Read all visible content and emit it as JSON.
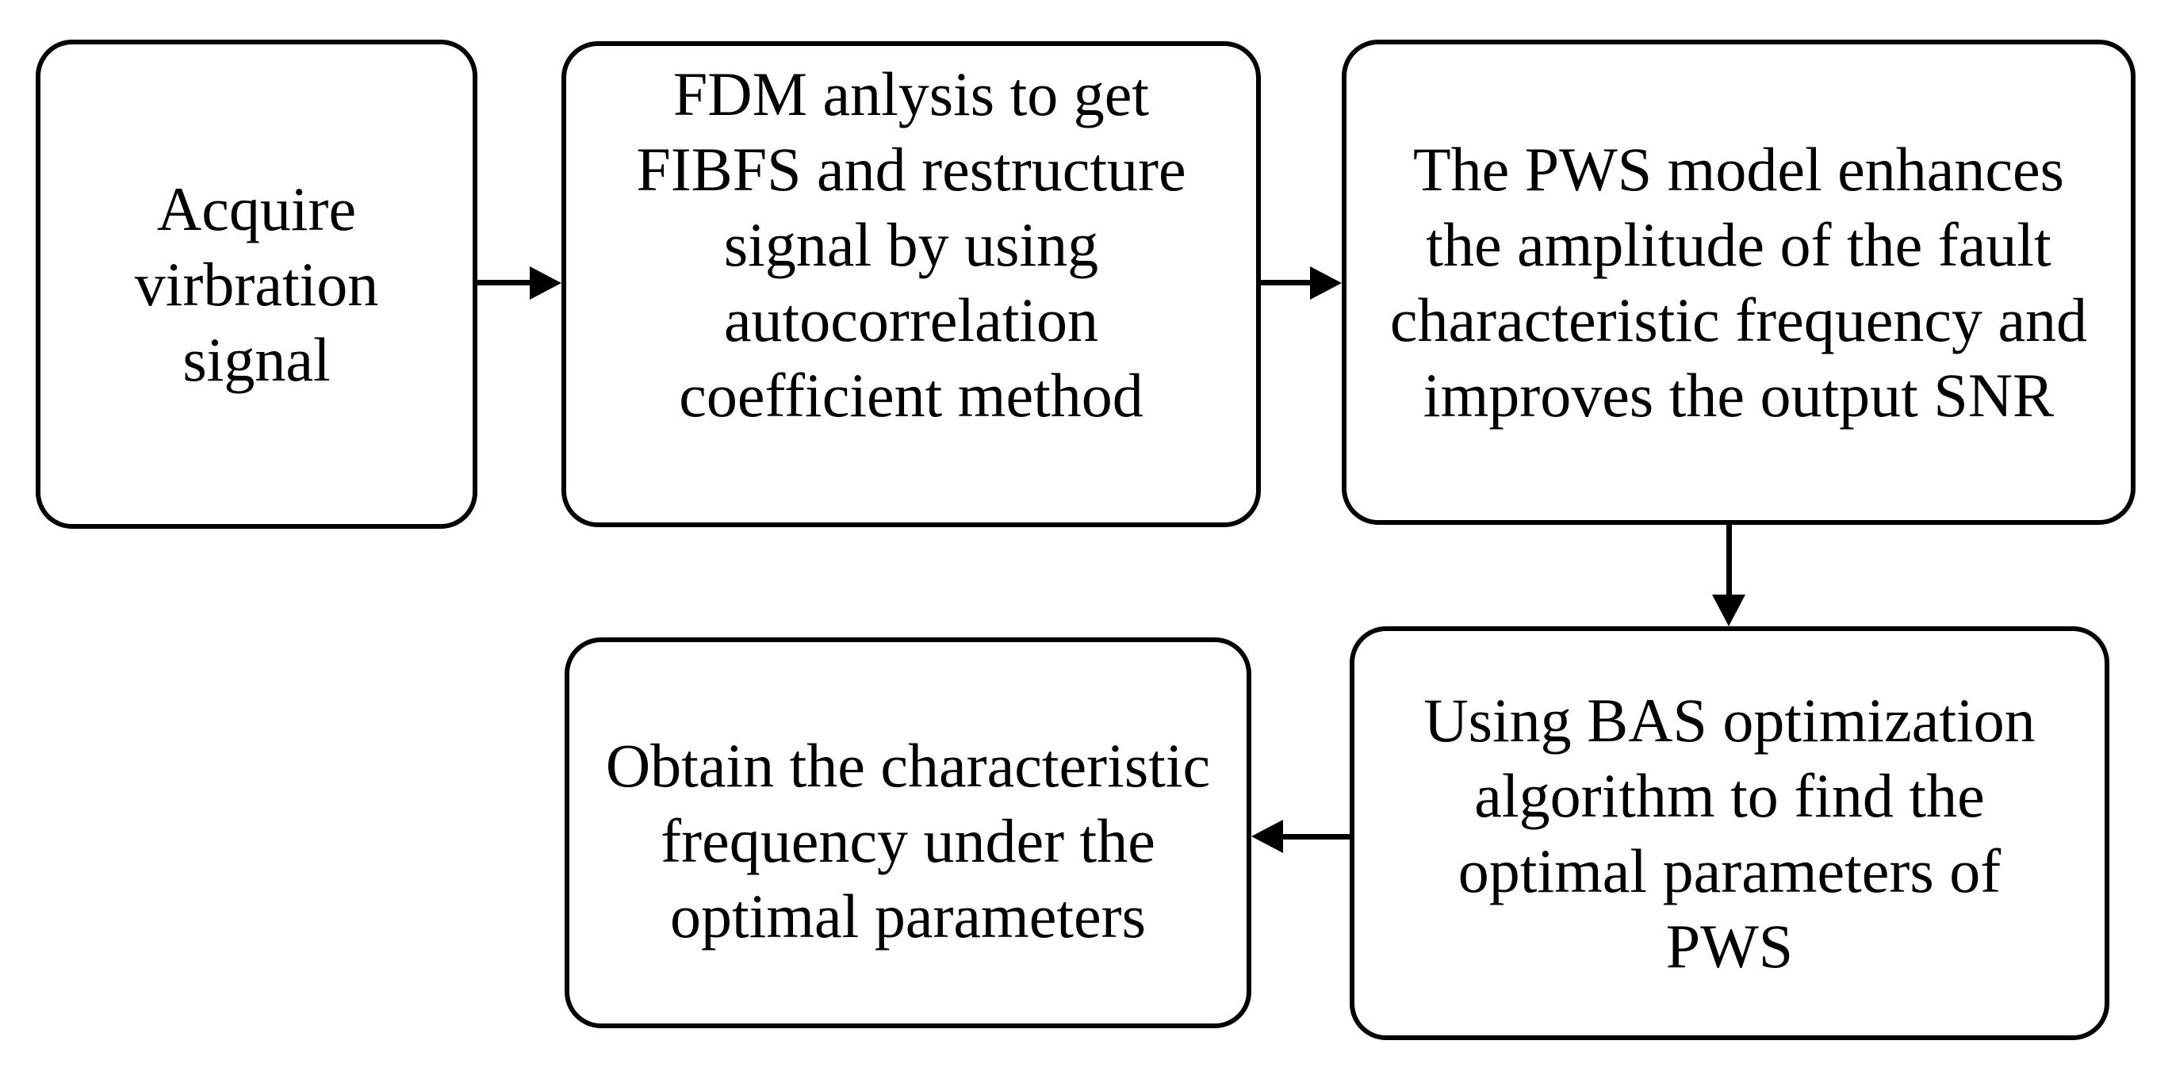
{
  "figure": {
    "type": "flowchart",
    "background_color": "#ffffff",
    "stroke_color": "#000000",
    "text_color": "#000000"
  },
  "nodes": [
    {
      "id": "acquire-vibration-signal",
      "lines": [
        "Acquire",
        "virbration",
        "signal"
      ]
    },
    {
      "id": "fdm-analysis",
      "lines": [
        "FDM anlysis to get",
        "FIBFS and restructure",
        "signal by using",
        "autocorrelation",
        "coefficient method"
      ]
    },
    {
      "id": "pws-model",
      "lines": [
        "The PWS model enhances",
        "the amplitude of the fault",
        "characteristic frequency and",
        "improves the output SNR"
      ]
    },
    {
      "id": "bas-optimization",
      "lines": [
        "Using BAS optimization",
        "algorithm to find the",
        "optimal parameters of",
        "PWS"
      ]
    },
    {
      "id": "obtain-characteristic-frequency",
      "lines": [
        "Obtain the characteristic",
        "frequency under the",
        "optimal parameters"
      ]
    }
  ],
  "connectors": [
    {
      "from": "acquire-vibration-signal",
      "to": "fdm-analysis",
      "direction": "right"
    },
    {
      "from": "fdm-analysis",
      "to": "pws-model",
      "direction": "right"
    },
    {
      "from": "pws-model",
      "to": "bas-optimization",
      "direction": "down"
    },
    {
      "from": "bas-optimization",
      "to": "obtain-characteristic-frequency",
      "direction": "left"
    }
  ]
}
